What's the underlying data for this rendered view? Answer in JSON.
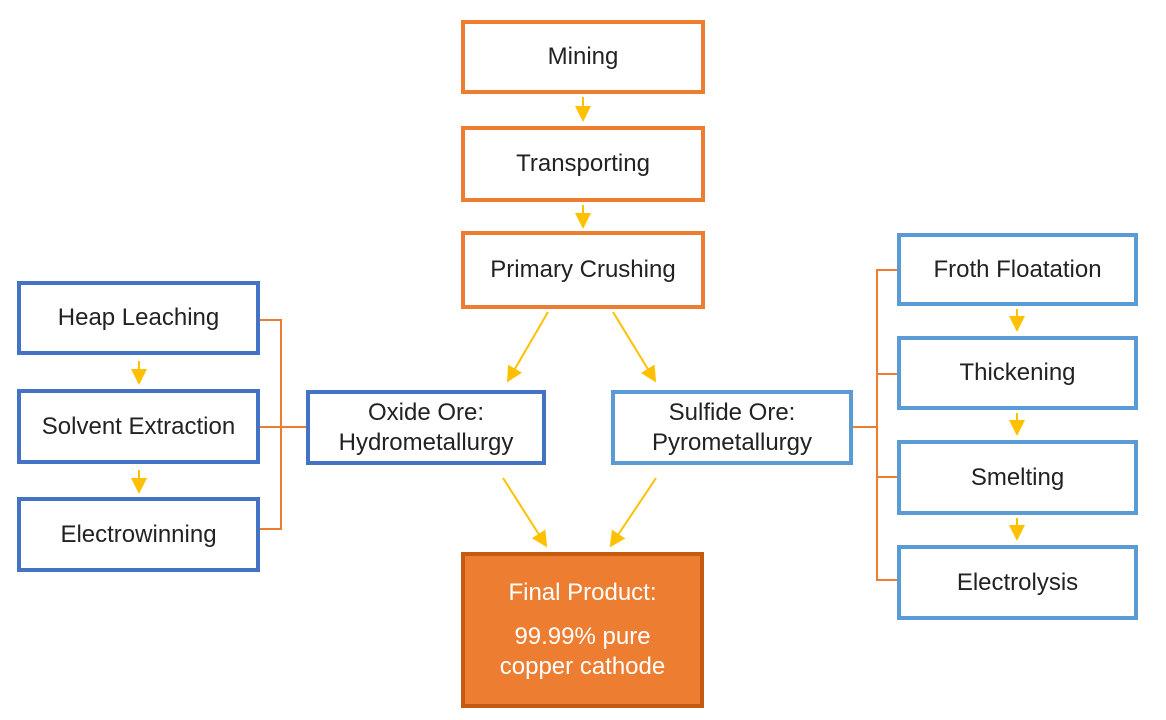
{
  "center_steps": [
    "Mining",
    "Transporting",
    "Primary Crushing"
  ],
  "oxide": {
    "line1": "Oxide Ore:",
    "line2": "Hydrometallurgy"
  },
  "sulfide": {
    "line1": "Sulfide Ore:",
    "line2": "Pyrometallurgy"
  },
  "left_steps": [
    "Heap Leaching",
    "Solvent Extraction",
    "Electrowinning"
  ],
  "right_steps": [
    "Froth Floatation",
    "Thickening",
    "Smelting",
    "Electrolysis"
  ],
  "final": {
    "line1": "Final Product:",
    "line2": "99.99% pure",
    "line3": "copper cathode"
  },
  "colors": {
    "process_orange": "#ed7d31",
    "hydro_blue": "#4472c4",
    "pyro_light_blue": "#5b9bd5",
    "arrow_yellow": "#ffc000",
    "final_fill": "#ed7d31"
  }
}
